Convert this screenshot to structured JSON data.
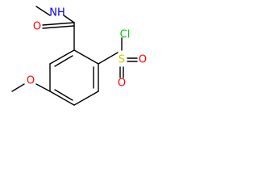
{
  "molecule": {
    "atoms": {
      "methyl_amide": {
        "label": "",
        "color": "#000000"
      },
      "amide_n": {
        "label": "NH",
        "color": "#0000ff"
      },
      "carbonyl_o": {
        "label": "O",
        "color": "#ff0000"
      },
      "methoxy_o": {
        "label": "O",
        "color": "#ff0000"
      },
      "chlorine": {
        "label": "Cl",
        "color": "#00cc00"
      },
      "sulfur": {
        "label": "S",
        "color": "#cccc00"
      },
      "sulfonyl_o1": {
        "label": "O",
        "color": "#ff0000"
      },
      "sulfonyl_o2": {
        "label": "O",
        "color": "#ff0000"
      }
    }
  }
}
